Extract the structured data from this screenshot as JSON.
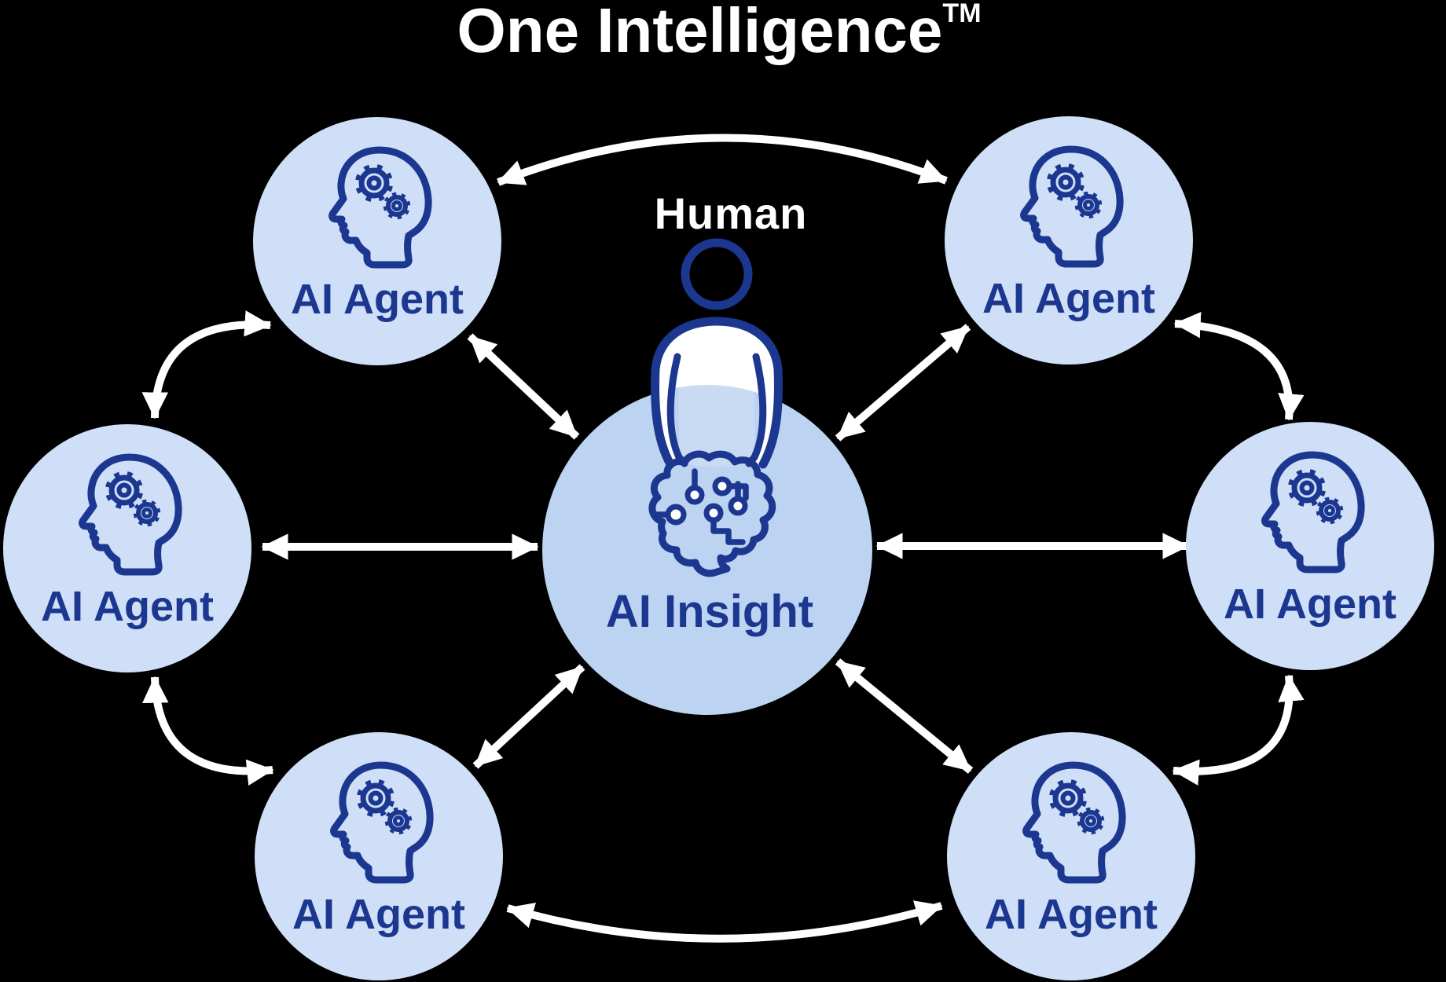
{
  "title": {
    "text": "One Intelligence",
    "mark": "TM"
  },
  "human": {
    "label": "Human",
    "icon": "person-icon"
  },
  "center": {
    "label": "AI Insight",
    "icon": "brain-circuit-icon"
  },
  "agents": [
    {
      "id": "agent-top-left",
      "label": "AI Agent",
      "icon": "head-gears-icon"
    },
    {
      "id": "agent-top-right",
      "label": "AI Agent",
      "icon": "head-gears-icon"
    },
    {
      "id": "agent-left",
      "label": "AI Agent",
      "icon": "head-gears-icon"
    },
    {
      "id": "agent-right",
      "label": "AI Agent",
      "icon": "head-gears-icon"
    },
    {
      "id": "agent-bottom-left",
      "label": "AI Agent",
      "icon": "head-gears-icon"
    },
    {
      "id": "agent-bottom-right",
      "label": "AI Agent",
      "icon": "head-gears-icon"
    }
  ],
  "connections": [
    {
      "type": "bidirectional-arc",
      "between": [
        "agent-top-left",
        "agent-top-right"
      ]
    },
    {
      "type": "bidirectional-arc",
      "between": [
        "agent-top-right",
        "agent-right"
      ]
    },
    {
      "type": "bidirectional-arc",
      "between": [
        "agent-right",
        "agent-bottom-right"
      ]
    },
    {
      "type": "bidirectional-arc",
      "between": [
        "agent-bottom-right",
        "agent-bottom-left"
      ]
    },
    {
      "type": "bidirectional-arc",
      "between": [
        "agent-bottom-left",
        "agent-left"
      ]
    },
    {
      "type": "bidirectional-arc",
      "between": [
        "agent-left",
        "agent-top-left"
      ]
    },
    {
      "type": "bidirectional-straight",
      "between": [
        "agent-top-left",
        "ai-insight"
      ]
    },
    {
      "type": "bidirectional-straight",
      "between": [
        "agent-top-right",
        "ai-insight"
      ]
    },
    {
      "type": "bidirectional-straight",
      "between": [
        "agent-left",
        "ai-insight"
      ]
    },
    {
      "type": "bidirectional-straight",
      "between": [
        "agent-right",
        "ai-insight"
      ]
    },
    {
      "type": "bidirectional-straight",
      "between": [
        "agent-bottom-left",
        "ai-insight"
      ]
    },
    {
      "type": "bidirectional-straight",
      "between": [
        "agent-bottom-right",
        "ai-insight"
      ]
    }
  ],
  "colors": {
    "background": "#000000",
    "navy": "#1c3790",
    "agent_circle": "#cfdff7",
    "center_circle": "#bcd3f1",
    "arrow": "#ffffff"
  }
}
